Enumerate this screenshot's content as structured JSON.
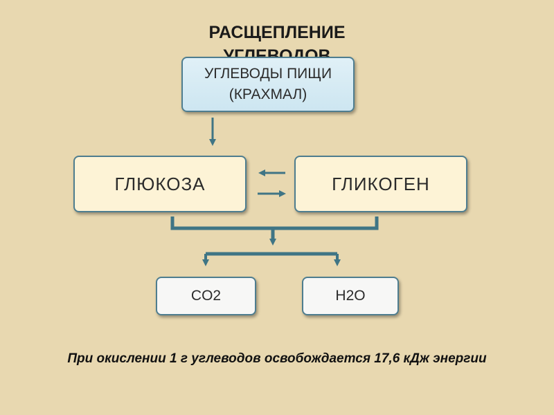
{
  "slide": {
    "title": "РАСЩЕПЛЕНИЕ УГЛЕВОДОВ",
    "source_line1": "УГЛЕВОДЫ ПИЩИ",
    "source_line2": "(КРАХМАЛ)",
    "glucose": "ГЛЮКОЗА",
    "glycogen": "ГЛИКОГЕН",
    "product_co2": "CO2",
    "product_h2o": "H2O",
    "footer": "При окислении 1 г углеводов освобождается 17,6 кДж энергии"
  },
  "colors": {
    "background": "#e8d8b0",
    "arrow": "#3f7585",
    "box_border": "#4e7d8f"
  }
}
